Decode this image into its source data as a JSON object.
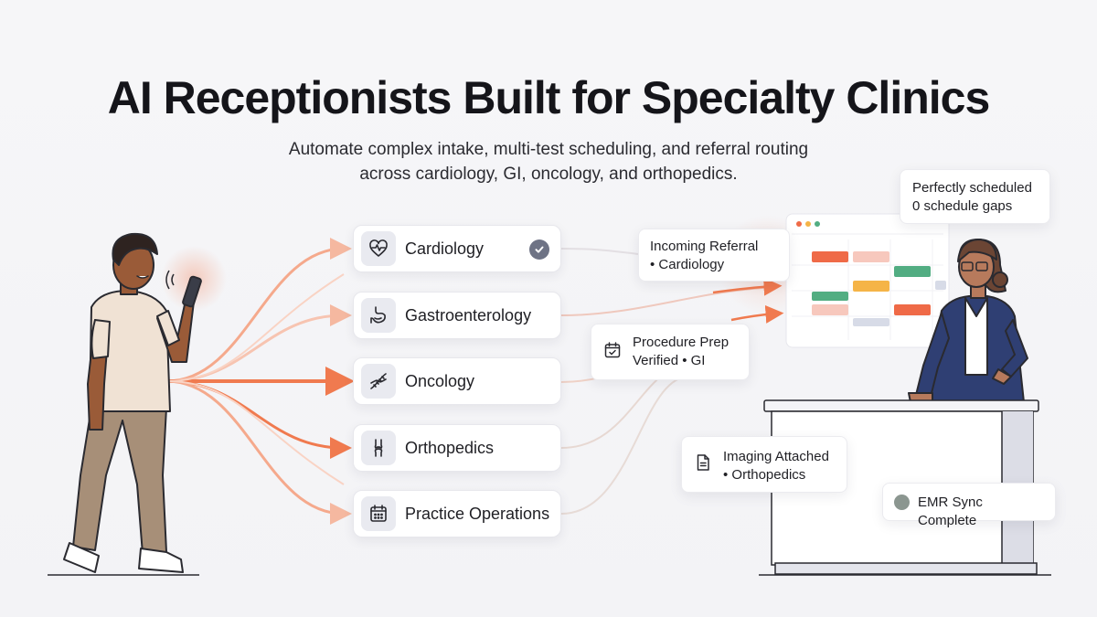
{
  "title": "AI Receptionists Built for Specialty Clinics",
  "subtitle": {
    "line1": "Automate complex intake, multi-test scheduling, and referral routing",
    "line2": "across cardiology, GI, oncology, and orthopedics."
  },
  "specialties": [
    {
      "label": "Cardiology",
      "icon": "heart-pulse-icon",
      "checked": true
    },
    {
      "label": "Gastroenterology",
      "icon": "stomach-icon",
      "checked": false
    },
    {
      "label": "Oncology",
      "icon": "dna-icon",
      "checked": false
    },
    {
      "label": "Orthopedics",
      "icon": "bone-joint-icon",
      "checked": false
    },
    {
      "label": "Practice Operations",
      "icon": "calendar-icon",
      "checked": false
    }
  ],
  "notes": {
    "referral": {
      "title": "Incoming Referral",
      "detail": "• Cardiology"
    },
    "scheduled": {
      "title": "Perfectly scheduled",
      "detail": "0 schedule gaps"
    },
    "prep": {
      "title": "Procedure Prep",
      "detail": "Verified • GI",
      "icon": "calendar-check-icon"
    },
    "imaging": {
      "title": "Imaging Attached",
      "detail": "• Orthopedics",
      "icon": "document-icon"
    },
    "emr": {
      "title": "EMR Sync Complete"
    }
  },
  "colors": {
    "accent": "#f07a4f",
    "card_bg": "#ffffff",
    "icon_bg": "#e9eaf0",
    "check": "#6e7385",
    "sched_red": "#ef6a47",
    "sched_green": "#52ad82",
    "sched_orange": "#f5b447",
    "sched_pink": "#f7c8bd",
    "sched_blue": "#d7dbe7"
  }
}
